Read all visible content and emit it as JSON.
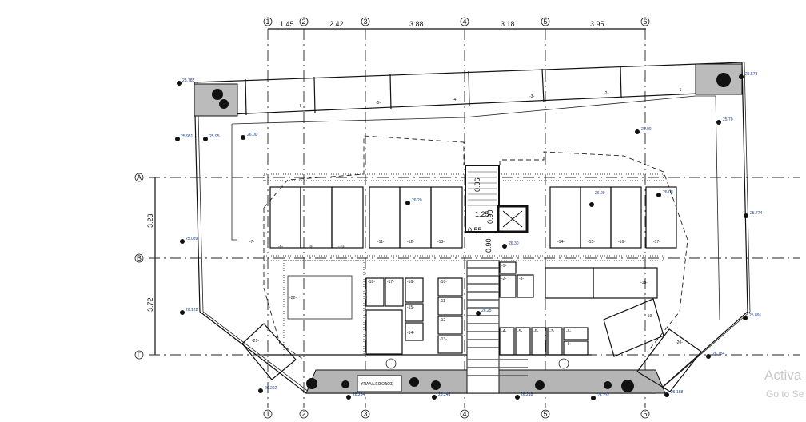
{
  "grid_columns": [
    "1",
    "2",
    "3",
    "4",
    "5",
    "6"
  ],
  "grid_rows": [
    "A",
    "B",
    "Г"
  ],
  "column_spacings": [
    "1.45",
    "2.42",
    "3.88",
    "3.18",
    "3.95"
  ],
  "row_spacings": [
    "3.23",
    "3.72"
  ],
  "stair_dims": [
    "0.06",
    "1.25",
    "0.55",
    "0.90",
    "0.90"
  ],
  "parking_labels": [
    "-1-",
    "-2-",
    "-3-",
    "-4-",
    "-5-",
    "-6-",
    "-7-",
    "-8-",
    "-9-",
    "-10-",
    "-11-",
    "-12-",
    "-13-",
    "-14-",
    "-15-",
    "-16-",
    "-17-",
    "-18-",
    "-19-",
    "-20-",
    "-21-",
    "-22-"
  ],
  "storage_labels": [
    "-1-",
    "-2-",
    "-3-",
    "-4-",
    "-5-",
    "-6-",
    "-7-",
    "-8-",
    "-9-",
    "-10-",
    "-11-",
    "-12-",
    "-13-",
    "-14-",
    "-15-",
    "-16-",
    "-17-",
    "-18-"
  ],
  "elevations": [
    "25.785",
    "25.578",
    "25.951",
    "25.95",
    "26.00",
    "26.00",
    "25.70",
    "26.20",
    "26.00",
    "25.774",
    "26.30",
    "25.039",
    "26.122",
    "26.202",
    "26.234",
    "26.245",
    "26.25",
    "26.218",
    "26.237",
    "26.188",
    "26.184",
    "25.891",
    "26.20"
  ],
  "entrance_label": "ΥΠΑΛΛ.ΕΙΣΟΔΟΣ",
  "watermark": {
    "line1": "Activa",
    "line2": "Go to Se"
  }
}
